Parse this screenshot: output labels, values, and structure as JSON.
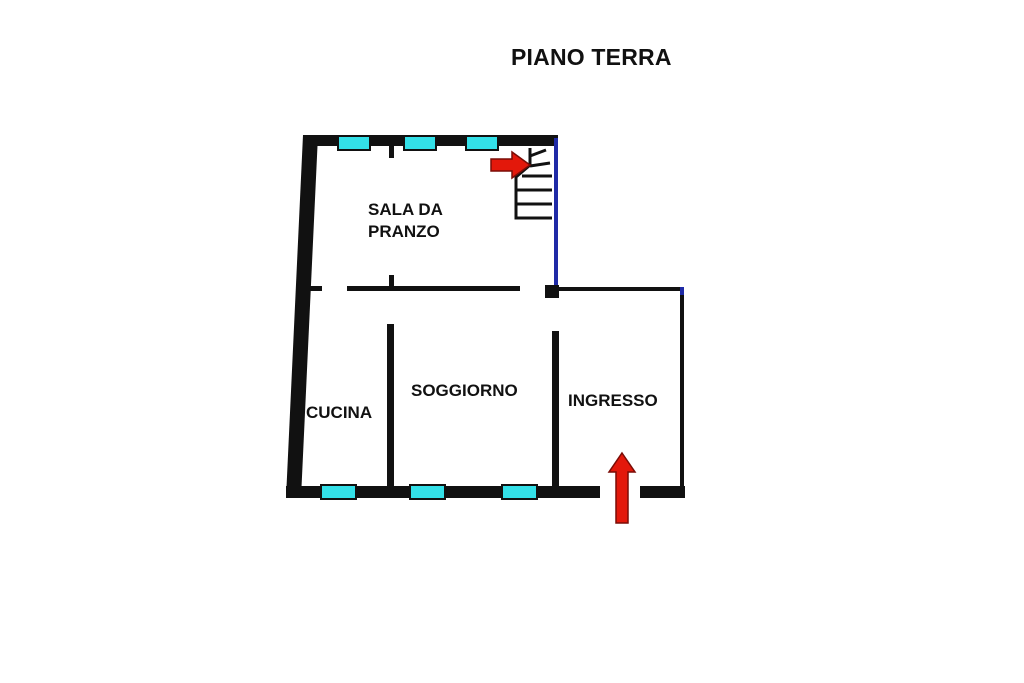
{
  "title": "PIANO TERRA",
  "rooms": {
    "sala_da_pranzo": [
      "SALA DA",
      "PRANZO"
    ],
    "cucina": "CUCINA",
    "soggiorno": "SOGGIORNO",
    "ingresso": "INGRESSO"
  },
  "colors": {
    "walls": "#111111",
    "windows": "#33e0e8",
    "arrows": "#e3180b",
    "accent_wall": "#1f2aa6"
  },
  "icons": {
    "entrance": "up-arrow-icon",
    "stairs": "right-arrow-icon"
  }
}
